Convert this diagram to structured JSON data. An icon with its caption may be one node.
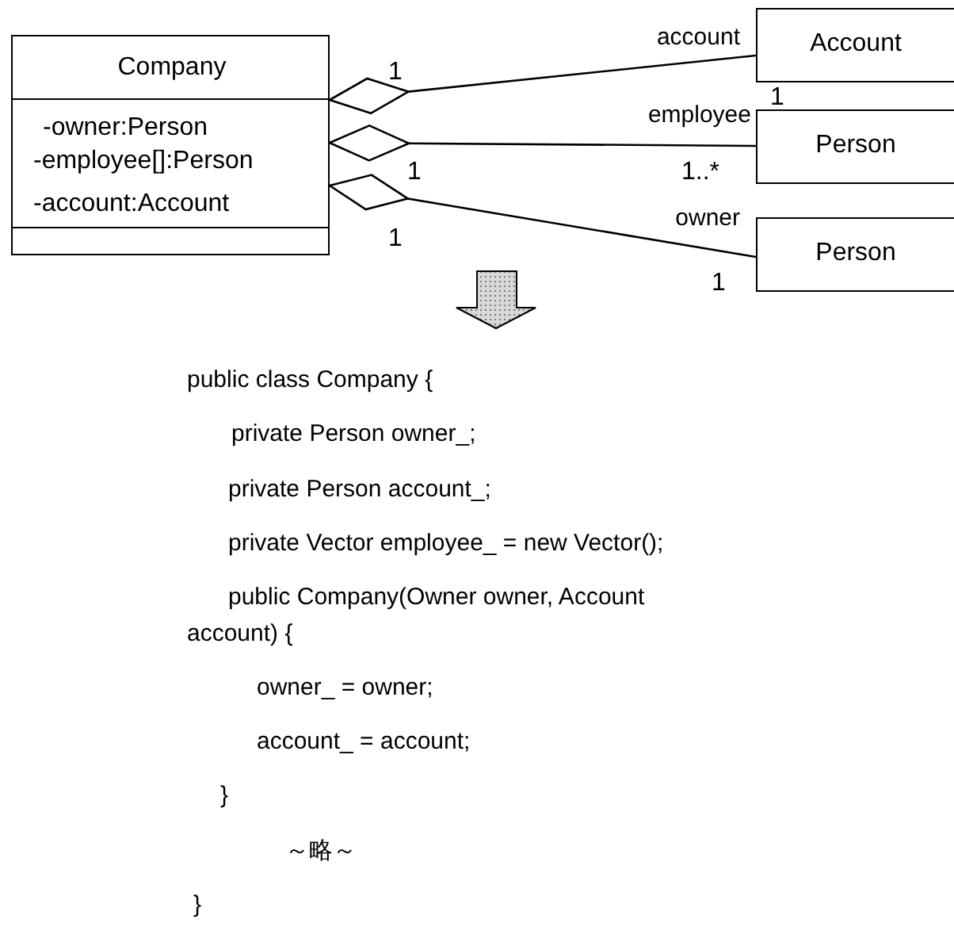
{
  "diagram": {
    "nodes": [
      {
        "text": [
          "Company",
          "-owner:Person",
          "-employee[]:Person",
          "-account:Account"
        ]
      },
      {
        "text": [
          "Account"
        ]
      },
      {
        "text": [
          "Person"
        ]
      },
      {
        "text": [
          "Person"
        ]
      }
    ],
    "edges": [
      {
        "from": 0,
        "to": 1,
        "arrow": "other",
        "label": "account"
      },
      {
        "from": 0,
        "to": 2,
        "arrow": "other",
        "label": "employee"
      },
      {
        "from": 0,
        "to": 3,
        "arrow": "other",
        "label": "owner"
      }
    ],
    "labels": [
      "1",
      "1",
      "1",
      "1..*",
      "1",
      "1",
      "public class Company {",
      "private Person owner_;",
      "private Person account_;",
      "private Vector employee_ = new Vector();",
      "public Company(Owner owner, Account account) {",
      "owner_ = owner;",
      "account_ = account;",
      "}",
      "～略～",
      "}"
    ]
  }
}
